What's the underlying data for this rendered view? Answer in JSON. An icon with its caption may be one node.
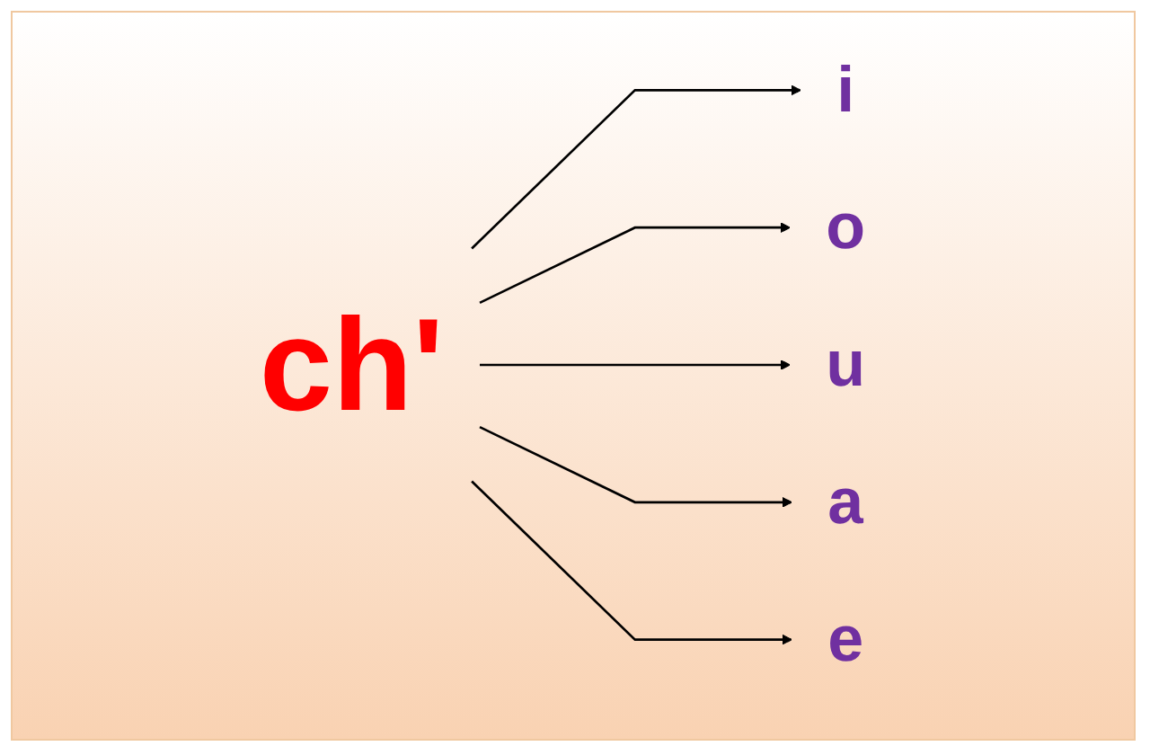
{
  "diagram": {
    "nodes": [
      {
        "text": [
          "ch'"
        ]
      },
      {
        "text": [
          "i"
        ]
      },
      {
        "text": [
          "o"
        ]
      },
      {
        "text": [
          "u"
        ]
      },
      {
        "text": [
          "a"
        ]
      },
      {
        "text": [
          "e"
        ]
      }
    ],
    "edges": [
      {
        "from": 0,
        "to": 1,
        "arrow": "to"
      },
      {
        "from": 0,
        "to": 2,
        "arrow": "to"
      },
      {
        "from": 0,
        "to": 3,
        "arrow": "to"
      },
      {
        "from": 0,
        "to": 4,
        "arrow": "to"
      },
      {
        "from": 0,
        "to": 5,
        "arrow": "to"
      }
    ]
  }
}
